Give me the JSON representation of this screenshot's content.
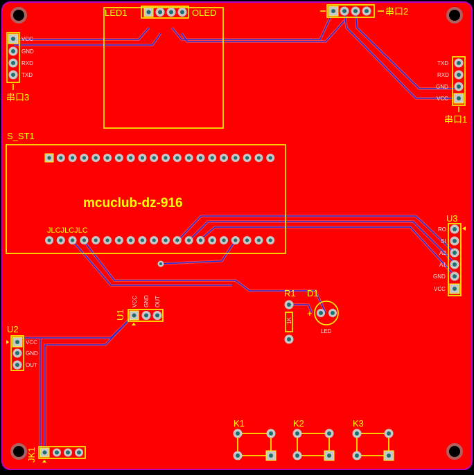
{
  "board": {
    "silkscreen_text": "mcuclub-dz-916",
    "jlc_mark": "JLCJLCJLC",
    "colors": {
      "copper": "#ff0000",
      "silkscreen": "#ffff00",
      "trace": "#2b2bd6",
      "outline": "#c000c0",
      "pad": "#c8c8c8"
    }
  },
  "components": {
    "led1": {
      "ref": "LED1",
      "side_label": "OLED"
    },
    "com2": {
      "ref": "串口2"
    },
    "com3": {
      "ref": "串口3",
      "pins": [
        "VCC",
        "GND",
        "RXD",
        "TXD"
      ]
    },
    "com1": {
      "ref": "串口1",
      "pins": [
        "TXD",
        "RXD",
        "GND",
        "VCC"
      ]
    },
    "sst1": {
      "ref": "S_ST1"
    },
    "u3": {
      "ref": "U3",
      "pins": [
        "RO",
        "SI",
        "A2",
        "A1",
        "GND",
        "VCC"
      ]
    },
    "u2": {
      "ref": "U2",
      "pins": [
        "VCC",
        "GND",
        "OUT"
      ]
    },
    "u1": {
      "ref": "U1",
      "pins": [
        "VCC",
        "GND",
        "OUT"
      ]
    },
    "r1": {
      "ref": "R1",
      "value": "1K"
    },
    "d1": {
      "ref": "D1",
      "polarity": "+",
      "value": "LED"
    },
    "jk1": {
      "ref": "JK1"
    },
    "k1": {
      "ref": "K1"
    },
    "k2": {
      "ref": "K2"
    },
    "k3": {
      "ref": "K3"
    }
  }
}
